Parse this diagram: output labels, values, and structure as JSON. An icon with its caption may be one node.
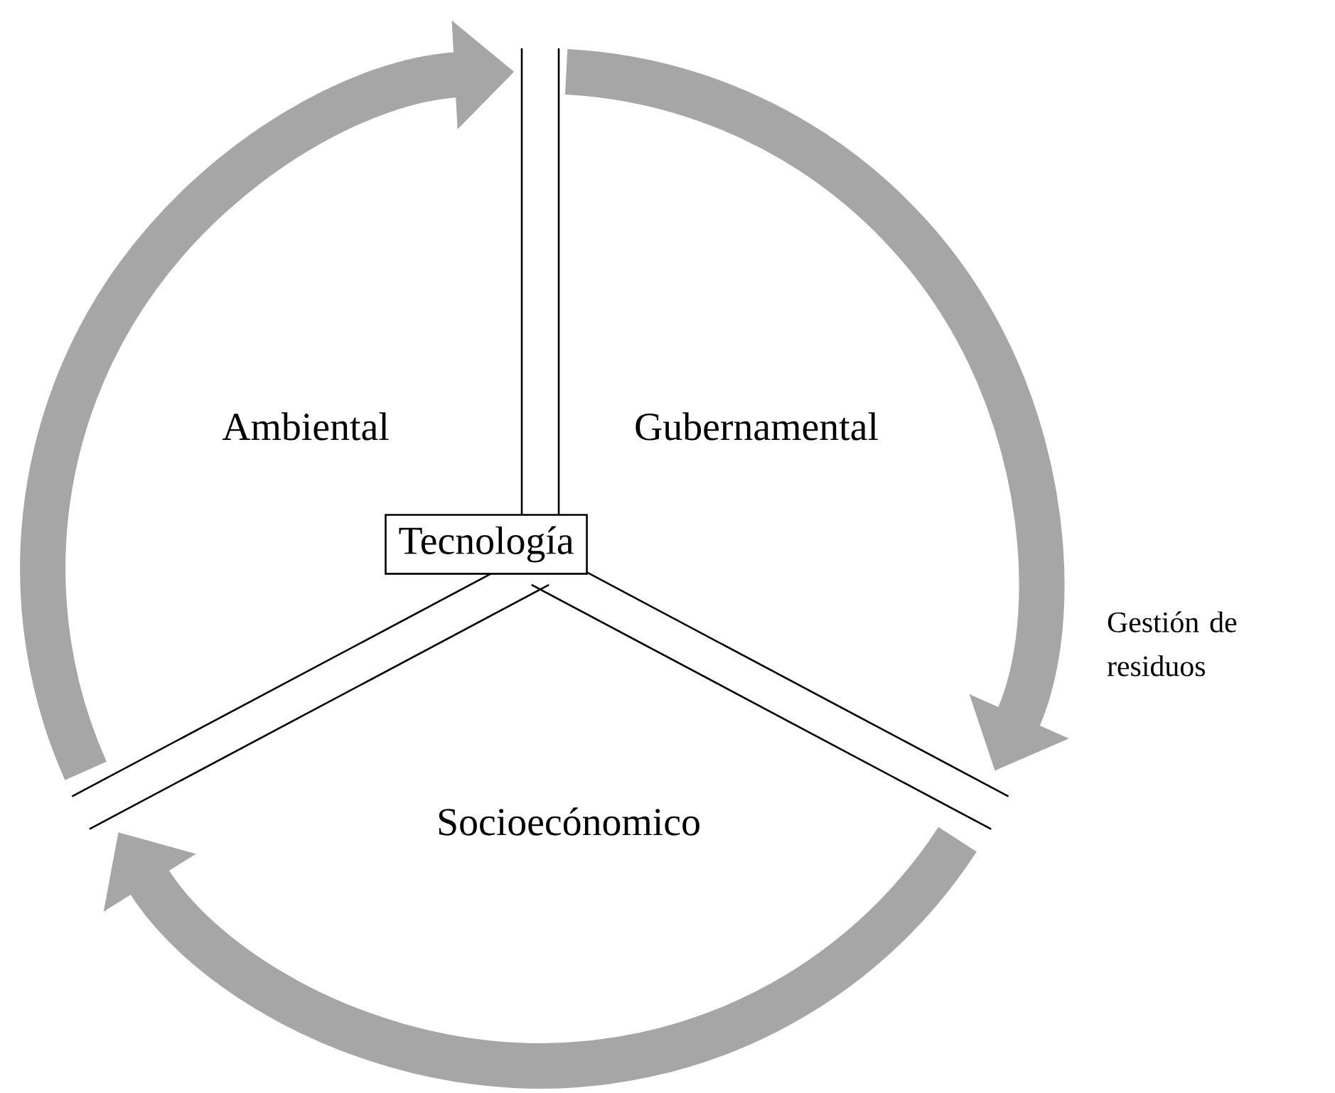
{
  "diagram": {
    "nodes": [
      {
        "text": [
          "Tecnología"
        ]
      }
    ],
    "labels": [
      "Ambiental",
      "Gubernamental",
      "Gestión de residuos",
      "Socioecónomico"
    ]
  }
}
